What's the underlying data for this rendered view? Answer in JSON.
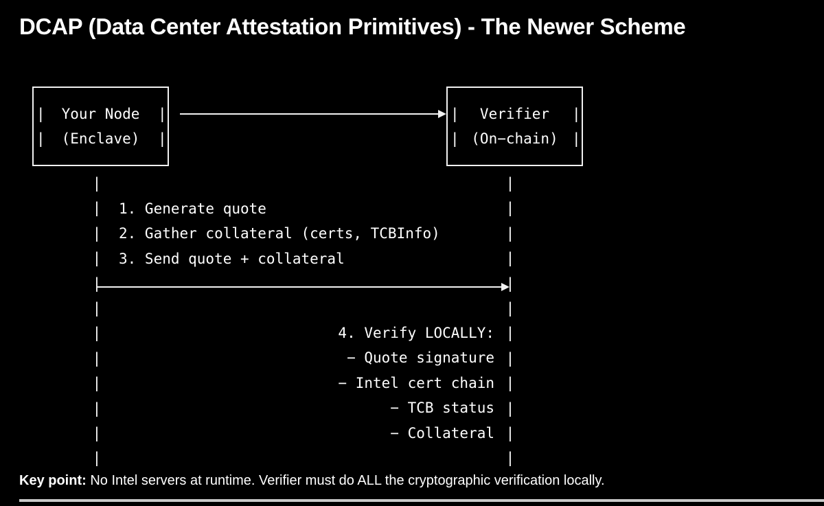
{
  "title": "DCAP (Data Center Attestation Primitives) - The Newer Scheme",
  "colors": {
    "background": "#000000",
    "foreground": "#ffffff",
    "line": "#f2f2f2",
    "rule": "#c9c9c9"
  },
  "diagram": {
    "type": "ascii-sequence-diagram",
    "nodes": [
      {
        "id": "your-node",
        "line1": "Your Node",
        "line2": "(Enclave)",
        "pipe": "|"
      },
      {
        "id": "verifier",
        "line1": "Verifier",
        "line2": "(On−chain)",
        "pipe": "|"
      }
    ],
    "lifelines": {
      "glyph": "|",
      "left_column": "|\n|\n|\n|\n|\n|\n|\n|\n|\n|\n|\n|",
      "right_column": "|\n|\n|\n|\n|\n|\n|\n|\n|\n|\n|\n|"
    },
    "arrows": [
      {
        "id": "request-arrow",
        "from": "your-node",
        "to": "verifier",
        "label": "",
        "direction": "right"
      },
      {
        "id": "send-arrow",
        "from": "your-node",
        "to": "verifier",
        "label": "",
        "direction": "right"
      }
    ],
    "steps_left": [
      "1. Generate quote",
      "2. Gather collateral (certs, TCBInfo)",
      "3. Send quote + collateral"
    ],
    "steps_right": [
      "4. Verify LOCALLY:",
      "− Quote signature",
      "− Intel cert chain",
      "− TCB status",
      "− Collateral"
    ]
  },
  "footer": {
    "bold_label": "Key point:",
    "text": " No Intel servers at runtime. Verifier must do ALL the cryptographic verification locally."
  }
}
